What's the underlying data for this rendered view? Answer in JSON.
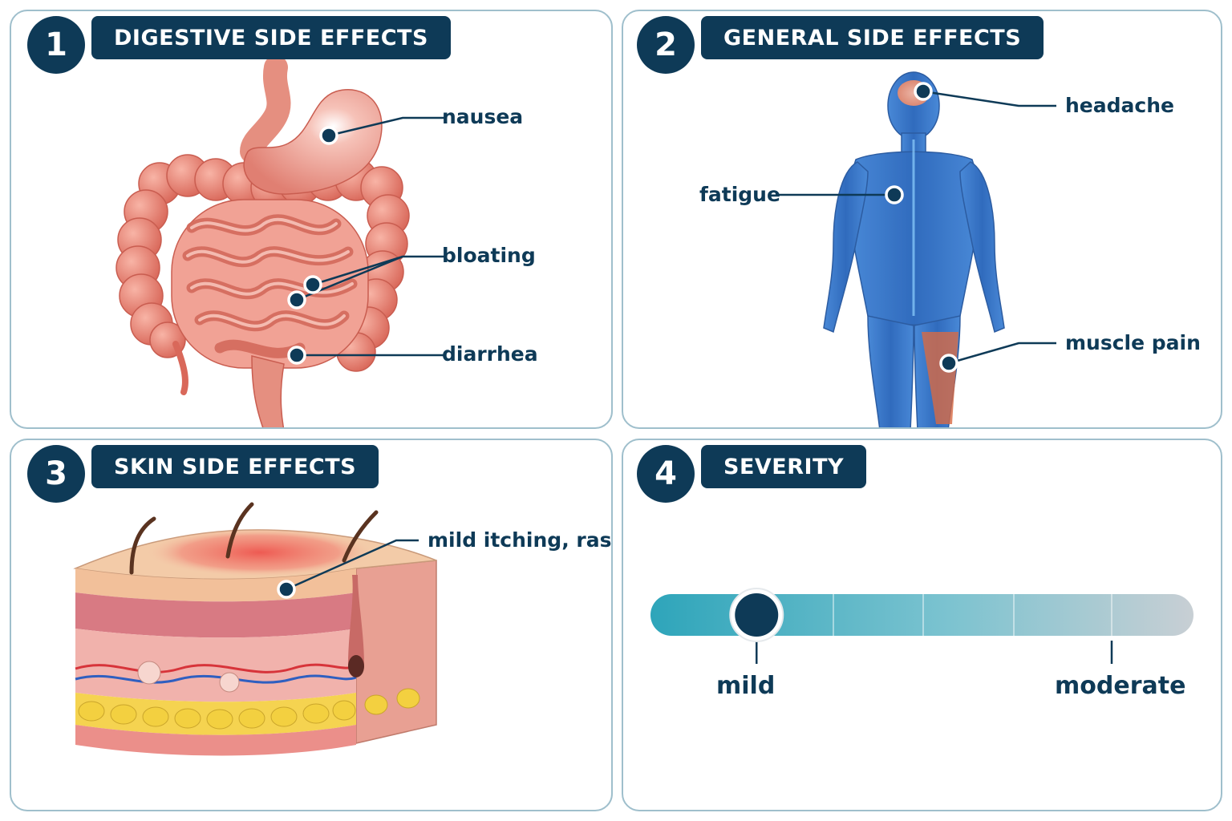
{
  "panels": [
    {
      "number": "1",
      "title": "DIGESTIVE SIDE EFFECTS",
      "labels": {
        "nausea": "nausea",
        "bloating": "bloating",
        "diarrhea": "diarrhea"
      },
      "icon": "digestive-system-icon"
    },
    {
      "number": "2",
      "title": "GENERAL SIDE EFFECTS",
      "labels": {
        "headache": "headache",
        "fatigue": "fatigue",
        "muscle_pain": "muscle pain"
      },
      "icon": "human-body-icon"
    },
    {
      "number": "3",
      "title": "SKIN SIDE EFFECTS",
      "labels": {
        "itching": "mild itching, rash"
      },
      "icon": "skin-cross-section-icon"
    },
    {
      "number": "4",
      "title": "SEVERITY",
      "scale": {
        "low_label": "mild",
        "high_label": "moderate",
        "level": 0.17
      }
    }
  ],
  "colors": {
    "navy": "#0e3a57",
    "panel_border": "#9fbfcc",
    "organ": "#ec8b7c",
    "body_blue": "#2f72c9",
    "slider_teal": "#2ea5ba",
    "slider_grey": "#c8cfd4"
  }
}
